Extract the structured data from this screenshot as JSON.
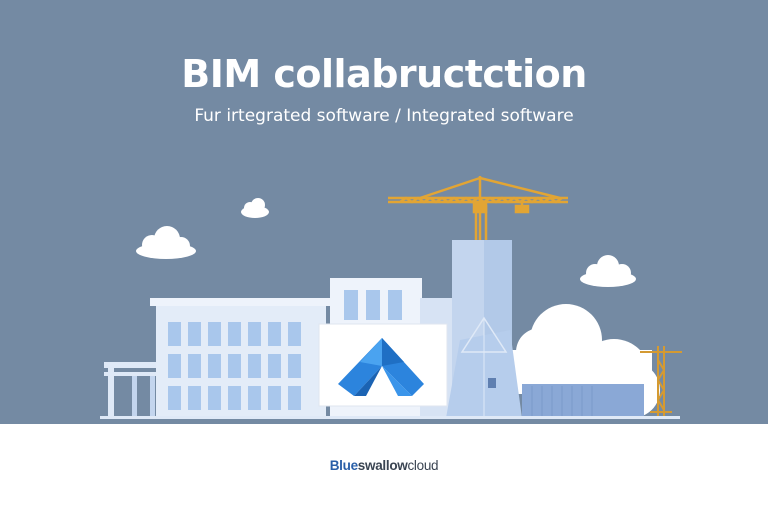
{
  "hero": {
    "title": "BIM collabructction",
    "subtitle": "Fur irtegrated software / Integrated software"
  },
  "brand": {
    "part1": "Blue",
    "part2": "swallow",
    "part3": "cloud"
  },
  "icons": {
    "logo": "triangle-a-logo-icon",
    "crane": "tower-crane-icon",
    "cloud": "cloud-icon"
  },
  "colors": {
    "sky": "#748aa3",
    "title": "#ffffff",
    "subtitle": "#ffffff",
    "building_light": "#dfe9f7",
    "building_mid": "#c3d5ee",
    "window": "#9bbde6",
    "crane": "#e2a534",
    "logo": "#2c84dd",
    "brand_blue": "#2a5fa8",
    "brand_dark": "#3a4452",
    "footer": "#ffffff"
  }
}
